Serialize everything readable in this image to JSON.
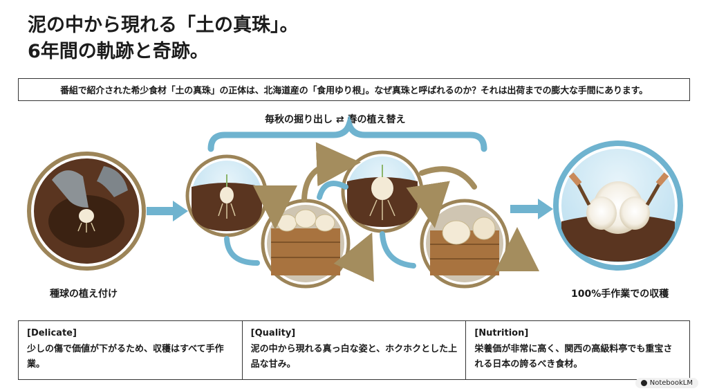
{
  "title": {
    "line1": "泥の中から現れる「土の真珠」。",
    "line2": "6年間の軌跡と奇跡。"
  },
  "summary": "番組で紹介された希少食材「土の真珠」の正体は、北海道産の「食用ゆり根」。なぜ真珠と呼ばれるのか？それは出荷までの膨大な手間にあります。",
  "cycle_label": "毎秋の掘り出し ⇄ 春の植え替え",
  "steps": {
    "first": "種球の植え付け",
    "last": "100%手作業での収穫"
  },
  "info": [
    {
      "tag": "[Delicate]",
      "text": "少しの傷で価値が下がるため、収穫はすべて手作業。"
    },
    {
      "tag": "[Quality]",
      "text": "泥の中から現れる真っ白な姿と、ホクホクとした上品な甘み。"
    },
    {
      "tag": "[Nutrition]",
      "text": "栄養価が非常に高く、関西の高級料亭でも重宝される日本の誇るべき食材。"
    }
  ],
  "badge": "NotebookLM",
  "colors": {
    "soil": "#5a3520",
    "ring": "#9c8458",
    "blue": "#6fb3cf",
    "bulb": "#f3ead6",
    "crate": "#a8733f"
  }
}
